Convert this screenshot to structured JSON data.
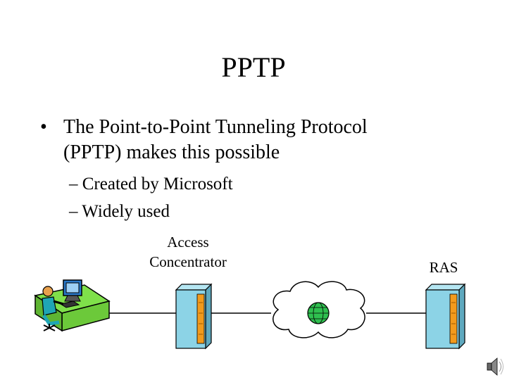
{
  "slide": {
    "title": "PPTP",
    "bullet": {
      "marker": "•",
      "text_line1": "The Point-to-Point Tunneling Protocol",
      "text_line2": "(PPTP) makes this possible"
    },
    "sub_bullets": [
      "– Created by Microsoft",
      "– Widely used"
    ]
  },
  "diagram": {
    "access_concentrator_label_line1": "Access",
    "access_concentrator_label_line2": "Concentrator",
    "ras_label": "RAS",
    "icons": {
      "user": "user-at-workstation-icon",
      "server": "server-tower-icon",
      "cloud": "internet-cloud-icon",
      "globe": "globe-icon",
      "speaker": "speaker-icon"
    },
    "colors": {
      "desk": "#7FE04A",
      "server": "#8CD3E6",
      "server_panel": "#F29A1C",
      "cloud": "#FFFFFF",
      "globe": "#2FBF4F",
      "person_shirt": "#1FA6B5",
      "person_skin": "#E8A04C",
      "monitor": "#2A78C8"
    }
  }
}
